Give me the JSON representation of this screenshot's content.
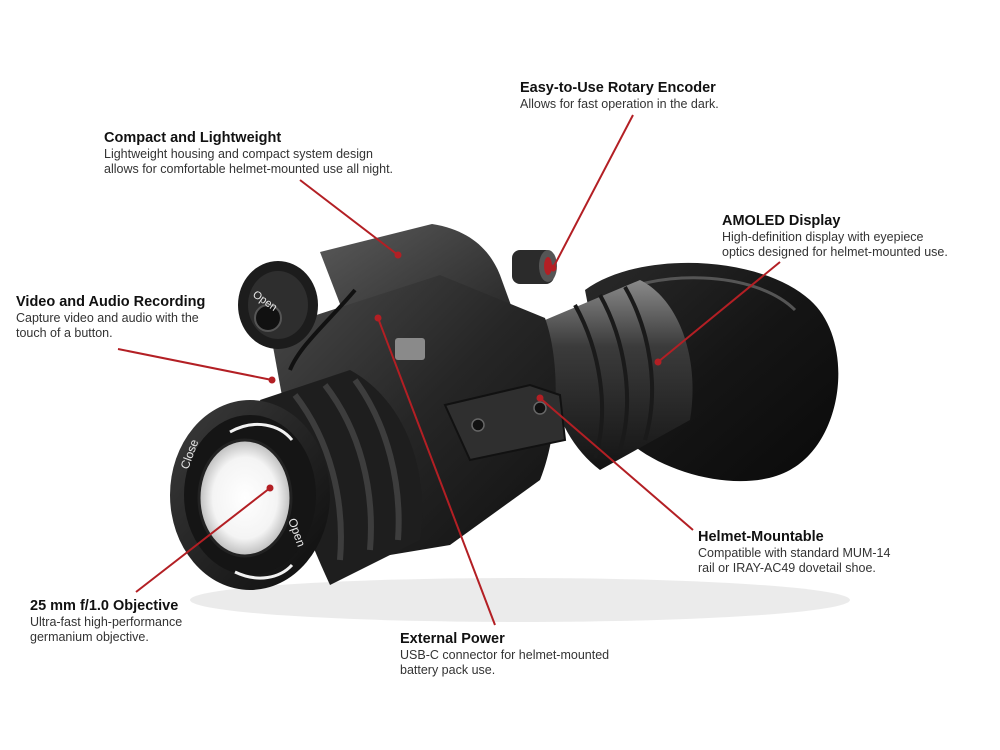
{
  "colors": {
    "leader": "#b31f24",
    "body": "#1c1c1c",
    "metal": "#3a3a3a",
    "background": "#ffffff"
  },
  "device": {
    "lens_text_close": "Close",
    "lens_text_open": "Open",
    "knob_text": "Open"
  },
  "callouts": [
    {
      "id": "compact",
      "title": "Compact and Lightweight",
      "desc": "Lightweight housing and compact system design\nallows for comfortable helmet-mounted use all night."
    },
    {
      "id": "rotary",
      "title": "Easy-to-Use Rotary Encoder",
      "desc": "Allows for fast operation in the dark."
    },
    {
      "id": "amoled",
      "title": "AMOLED Display",
      "desc": "High-definition display with eyepiece\noptics designed for helmet-mounted use."
    },
    {
      "id": "video",
      "title": "Video and Audio Recording",
      "desc": "Capture video and audio with the\ntouch of a button."
    },
    {
      "id": "helmet",
      "title": "Helmet-Mountable",
      "desc": "Compatible with standard MUM-14\nrail or IRAY-AC49 dovetail shoe."
    },
    {
      "id": "objective",
      "title": "25 mm f/1.0 Objective",
      "desc": "Ultra-fast high-performance\ngermanium objective."
    },
    {
      "id": "power",
      "title": "External Power",
      "desc": "USB-C connector for helmet-mounted\nbattery pack use."
    }
  ]
}
